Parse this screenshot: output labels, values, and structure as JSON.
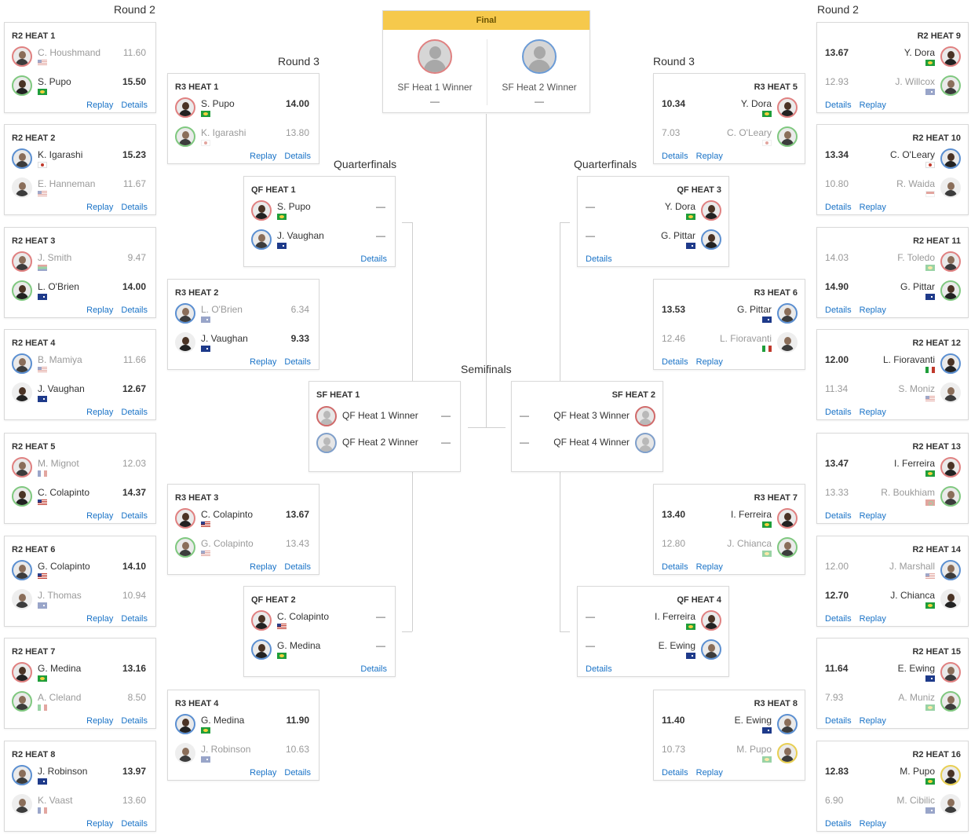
{
  "labels": {
    "round2_left": "Round 2",
    "round2_right": "Round 2",
    "round3_left": "Round 3",
    "round3_right": "Round 3",
    "quarterfinals_left": "Quarterfinals",
    "quarterfinals_right": "Quarterfinals",
    "semifinals": "Semifinals"
  },
  "links": {
    "replay": "Replay",
    "details": "Details"
  },
  "final": {
    "title": "Final",
    "p1": {
      "name": "SF Heat 1 Winner",
      "score": "—"
    },
    "p2": {
      "name": "SF Heat 2 Winner",
      "score": "—"
    }
  },
  "r2_left": [
    {
      "title": "R2 HEAT 1",
      "a": {
        "name": "C. Houshmand",
        "score": "11.60"
      },
      "b": {
        "name": "S. Pupo",
        "score": "15.50"
      }
    },
    {
      "title": "R2 HEAT 2",
      "a": {
        "name": "K. Igarashi",
        "score": "15.23"
      },
      "b": {
        "name": "E. Hanneman",
        "score": "11.67"
      }
    },
    {
      "title": "R2 HEAT 3",
      "a": {
        "name": "J. Smith",
        "score": "9.47"
      },
      "b": {
        "name": "L. O'Brien",
        "score": "14.00"
      }
    },
    {
      "title": "R2 HEAT 4",
      "a": {
        "name": "B. Mamiya",
        "score": "11.66"
      },
      "b": {
        "name": "J. Vaughan",
        "score": "12.67"
      }
    },
    {
      "title": "R2 HEAT 5",
      "a": {
        "name": "M. Mignot",
        "score": "12.03"
      },
      "b": {
        "name": "C. Colapinto",
        "score": "14.37"
      }
    },
    {
      "title": "R2 HEAT 6",
      "a": {
        "name": "G. Colapinto",
        "score": "14.10"
      },
      "b": {
        "name": "J. Thomas",
        "score": "10.94"
      }
    },
    {
      "title": "R2 HEAT 7",
      "a": {
        "name": "G. Medina",
        "score": "13.16"
      },
      "b": {
        "name": "A. Cleland",
        "score": "8.50"
      }
    },
    {
      "title": "R2 HEAT 8",
      "a": {
        "name": "J. Robinson",
        "score": "13.97"
      },
      "b": {
        "name": "K. Vaast",
        "score": "13.60"
      }
    }
  ],
  "r2_right": [
    {
      "title": "R2 HEAT 9",
      "a": {
        "name": "Y. Dora",
        "score": "13.67"
      },
      "b": {
        "name": "J. Willcox",
        "score": "12.93"
      }
    },
    {
      "title": "R2 HEAT 10",
      "a": {
        "name": "C. O'Leary",
        "score": "13.34"
      },
      "b": {
        "name": "R. Waida",
        "score": "10.80"
      }
    },
    {
      "title": "R2 HEAT 11",
      "a": {
        "name": "F. Toledo",
        "score": "14.03"
      },
      "b": {
        "name": "G. Pittar",
        "score": "14.90"
      }
    },
    {
      "title": "R2 HEAT 12",
      "a": {
        "name": "L. Fioravanti",
        "score": "12.00"
      },
      "b": {
        "name": "S. Moniz",
        "score": "11.34"
      }
    },
    {
      "title": "R2 HEAT 13",
      "a": {
        "name": "I. Ferreira",
        "score": "13.47"
      },
      "b": {
        "name": "R. Boukhiam",
        "score": "13.33"
      }
    },
    {
      "title": "R2 HEAT 14",
      "a": {
        "name": "J. Marshall",
        "score": "12.00"
      },
      "b": {
        "name": "J. Chianca",
        "score": "12.70"
      }
    },
    {
      "title": "R2 HEAT 15",
      "a": {
        "name": "E. Ewing",
        "score": "11.64"
      },
      "b": {
        "name": "A. Muniz",
        "score": "7.93"
      }
    },
    {
      "title": "R2 HEAT 16",
      "a": {
        "name": "M. Pupo",
        "score": "12.83"
      },
      "b": {
        "name": "M. Cibilic",
        "score": "6.90"
      }
    }
  ],
  "r3_left": [
    {
      "title": "R3 HEAT 1",
      "a": {
        "name": "S. Pupo",
        "score": "14.00"
      },
      "b": {
        "name": "K. Igarashi",
        "score": "13.80"
      }
    },
    {
      "title": "R3 HEAT 2",
      "a": {
        "name": "L. O'Brien",
        "score": "6.34"
      },
      "b": {
        "name": "J. Vaughan",
        "score": "9.33"
      }
    },
    {
      "title": "R3 HEAT 3",
      "a": {
        "name": "C. Colapinto",
        "score": "13.67"
      },
      "b": {
        "name": "G. Colapinto",
        "score": "13.43"
      }
    },
    {
      "title": "R3 HEAT 4",
      "a": {
        "name": "G. Medina",
        "score": "11.90"
      },
      "b": {
        "name": "J. Robinson",
        "score": "10.63"
      }
    }
  ],
  "r3_right": [
    {
      "title": "R3 HEAT 5",
      "a": {
        "name": "Y. Dora",
        "score": "10.34"
      },
      "b": {
        "name": "C. O'Leary",
        "score": "7.03"
      }
    },
    {
      "title": "R3 HEAT 6",
      "a": {
        "name": "G. Pittar",
        "score": "13.53"
      },
      "b": {
        "name": "L. Fioravanti",
        "score": "12.46"
      }
    },
    {
      "title": "R3 HEAT 7",
      "a": {
        "name": "I. Ferreira",
        "score": "13.40"
      },
      "b": {
        "name": "J. Chianca",
        "score": "12.80"
      }
    },
    {
      "title": "R3 HEAT 8",
      "a": {
        "name": "E. Ewing",
        "score": "11.40"
      },
      "b": {
        "name": "M. Pupo",
        "score": "10.73"
      }
    }
  ],
  "qf_left": [
    {
      "title": "QF HEAT 1",
      "a": {
        "name": "S. Pupo",
        "score": "—"
      },
      "b": {
        "name": "J. Vaughan",
        "score": "—"
      }
    },
    {
      "title": "QF HEAT 2",
      "a": {
        "name": "C. Colapinto",
        "score": "—"
      },
      "b": {
        "name": "G. Medina",
        "score": "—"
      }
    }
  ],
  "qf_right": [
    {
      "title": "QF HEAT 3",
      "a": {
        "name": "Y. Dora",
        "score": "—"
      },
      "b": {
        "name": "G. Pittar",
        "score": "—"
      }
    },
    {
      "title": "QF HEAT 4",
      "a": {
        "name": "I. Ferreira",
        "score": "—"
      },
      "b": {
        "name": "E. Ewing",
        "score": "—"
      }
    }
  ],
  "sf": [
    {
      "title": "SF HEAT 1",
      "a": {
        "name": "QF Heat 1 Winner",
        "score": "—"
      },
      "b": {
        "name": "QF Heat 2 Winner",
        "score": "—"
      }
    },
    {
      "title": "SF HEAT 2",
      "a": {
        "name": "QF Heat 3 Winner",
        "score": "—"
      },
      "b": {
        "name": "QF Heat 4 Winner",
        "score": "—"
      }
    }
  ]
}
